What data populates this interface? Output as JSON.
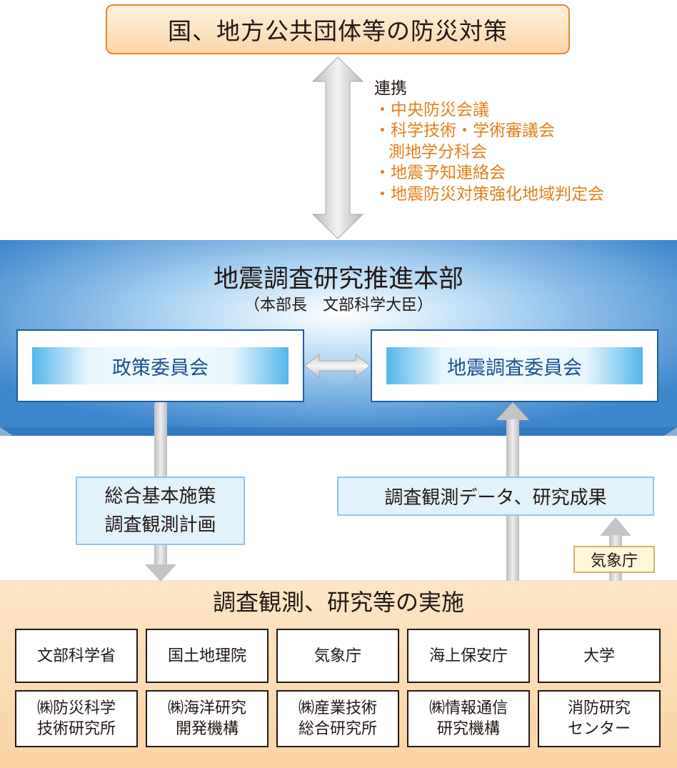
{
  "top_box": {
    "label": "国、地方公共団体等の防災対策"
  },
  "coordination": {
    "heading": "連携",
    "items": [
      "・中央防災会議",
      "・科学技術・学術審議会",
      "測地学分科会",
      "・地震予知連絡会",
      "・地震防災対策強化地域判定会"
    ]
  },
  "headquarters": {
    "title": "地震調査研究推進本部",
    "subtitle": "（本部長　文部科学大臣）",
    "policy_committee": "政策委員会",
    "research_committee": "地震調査委員会"
  },
  "flows": {
    "down_label_line1": "総合基本施策",
    "down_label_line2": "調査観測計画",
    "up_label": "調査観測データ、研究成果",
    "jma_tag": "気象庁"
  },
  "implementation": {
    "title": "調査観測、研究等の実施",
    "row1": [
      "文部科学省",
      "国土地理院",
      "気象庁",
      "海上保安庁",
      "大学"
    ],
    "row2": [
      [
        "㈱防災科学",
        "技術研究所"
      ],
      [
        "㈱海洋研究",
        "開発機構"
      ],
      [
        "㈱産業技術",
        "総合研究所"
      ],
      [
        "㈱情報通信",
        "研究機構"
      ],
      [
        "消防研究",
        "センター"
      ]
    ]
  },
  "colors": {
    "orange_text": "#e37f1b",
    "orange_border": "#e8862c",
    "blue_band": "#3d86cc",
    "committee_text": "#1b4f91",
    "info_fill": "#e2f2fb",
    "panel_fill": "#fbdcb2"
  }
}
